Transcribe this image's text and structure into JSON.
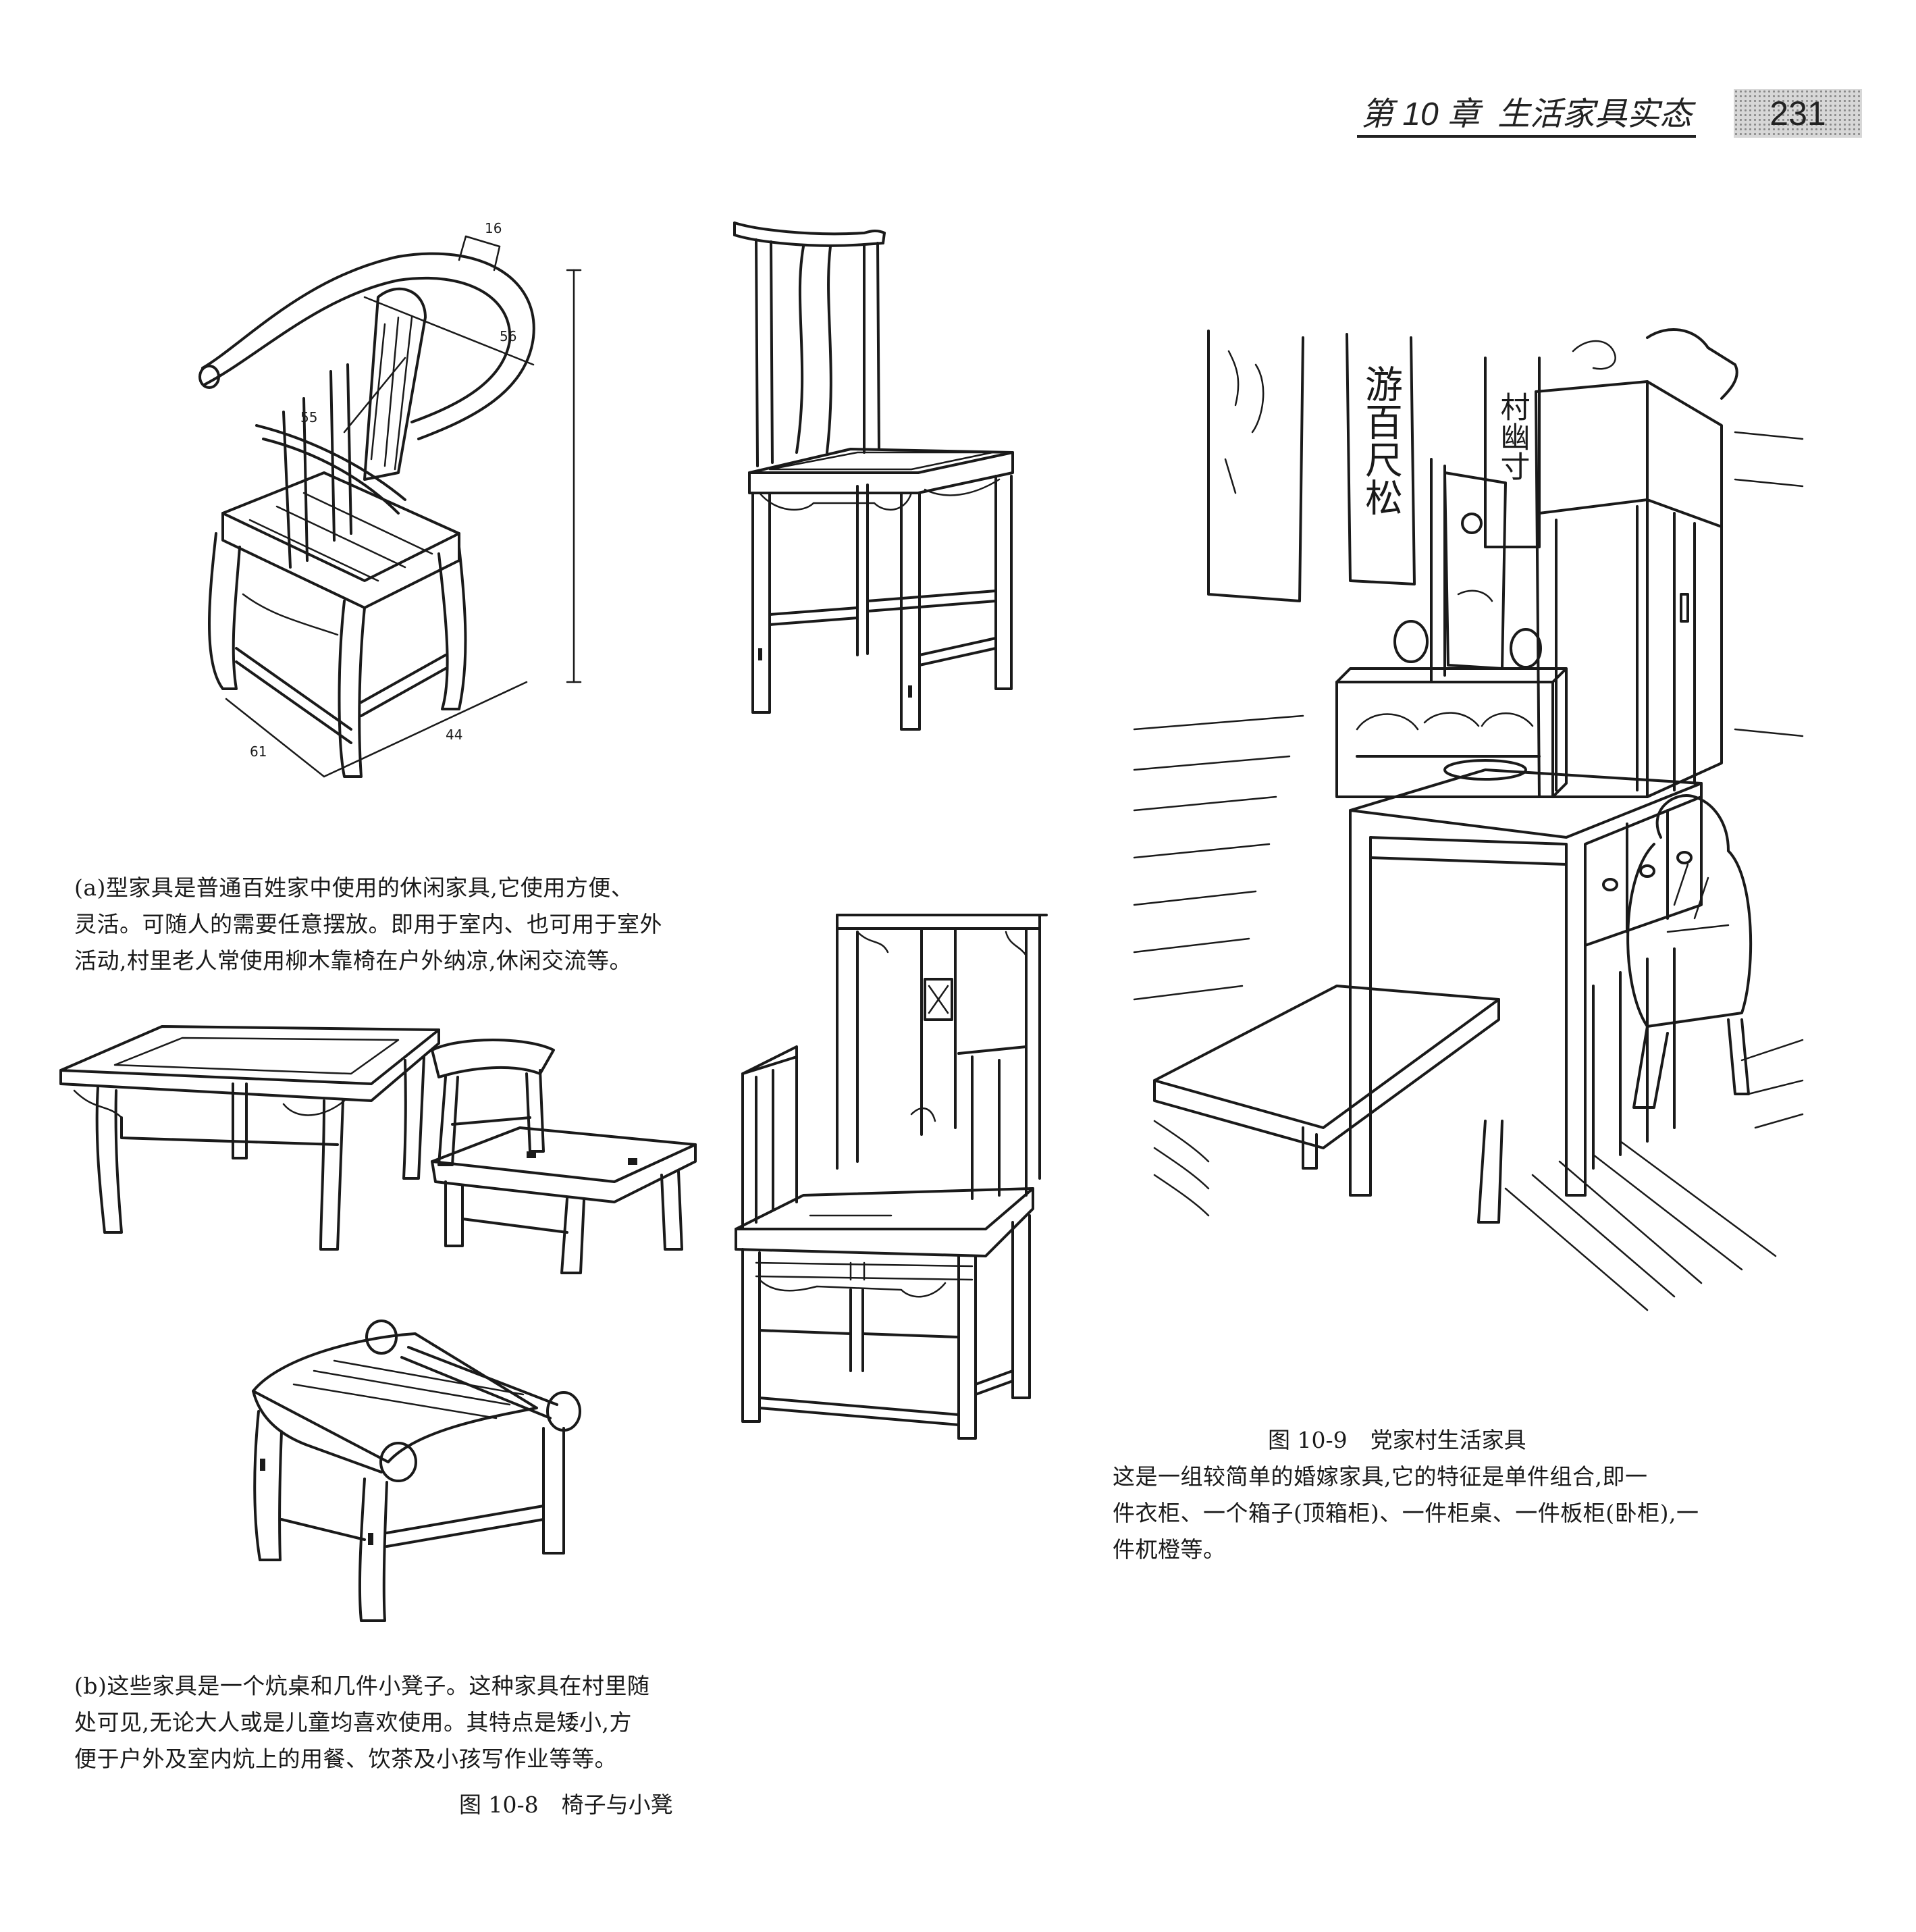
{
  "header": {
    "chapter_label": "第 10 章",
    "chapter_title": "生活家具实态",
    "page_number": "231"
  },
  "figure_10_8": {
    "caption_a": [
      "(a)型家具是普通百姓家中使用的休闲家具,它使用方便、",
      "灵活。可随人的需要任意摆放。即用于室内、也可用于室外",
      "活动,村里老人常使用柳木靠椅在户外纳凉,休闲交流等。"
    ],
    "caption_b": [
      "(b)这些家具是一个炕桌和几件小凳子。这种家具在村里随",
      "处可见,无论大人或是儿童均喜欢使用。其特点是矮小,方",
      "便于户外及室内炕上的用餐、饮茶及小孩写作业等等。"
    ],
    "label_number": "图 10-8",
    "label_title": "椅子与小凳",
    "dimensions": {
      "d16": "16",
      "d56": "56",
      "d55": "55",
      "d61": "61",
      "d44": "44"
    }
  },
  "figure_10_9": {
    "label_number": "图 10-9",
    "label_title": "党家村生活家具",
    "caption": [
      "这是一组较简单的婚嫁家具,它的特征是单件组合,即一",
      "件衣柜、一个箱子(顶箱柜)、一件柜桌、一件板柜(卧柜),一",
      "件杌橙等。"
    ],
    "scroll_left": "游百尺松",
    "scroll_right": "村幽寸"
  },
  "colors": {
    "ink": "#1a1a1a",
    "paper": "#ffffff",
    "page_number_box": "#d7d7d7"
  }
}
